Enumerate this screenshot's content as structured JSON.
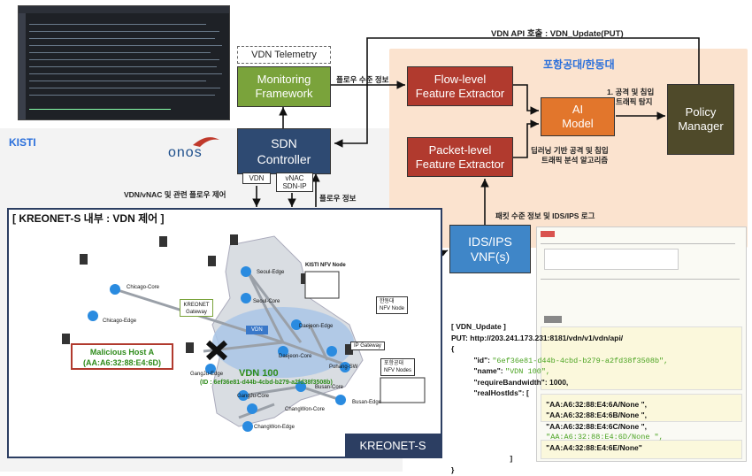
{
  "labels": {
    "kisti": "KISTI",
    "onos": "onos",
    "api_call": "VDN API 호출 : VDN_Update(PUT)",
    "postech": "포항공대/한동대",
    "flow_info": "플로우 수준 정보",
    "attack_detect_1": "1. 공격 및 침입",
    "attack_detect_2": "트래픽 탐지",
    "dl_analysis_1": "딥러닝 기반 공격 및 침입",
    "dl_analysis_2": "트래픽 분석 알고리즘",
    "packet_log": "패킷 수준 정보 및 IDS/IPS 로그",
    "vdn_control": "VDN/vNAC 및 관련 플로우 제어",
    "flow_info2": "플로우 정보"
  },
  "boxes": {
    "telemetry": "VDN Telemetry",
    "monitoring": [
      "Monitoring",
      "Framework"
    ],
    "sdn": [
      "SDN",
      "Controller"
    ],
    "flow_fe": [
      "Flow-level",
      "Feature Extractor"
    ],
    "packet_fe": [
      "Packet-level",
      "Feature Extractor"
    ],
    "ai": [
      "AI",
      "Model"
    ],
    "policy": [
      "Policy",
      "Manager"
    ],
    "vdn_small": "VDN",
    "vnac_small": [
      "vNAC",
      "SDN-IP"
    ],
    "ids": [
      "IDS/IPS",
      "VNF(s)"
    ]
  },
  "map": {
    "title": "[ KREONET-S 내부 : VDN 제어 ]",
    "tag": "KREONET-S",
    "malicious": [
      "Malicious Host A",
      "(AA:A6:32:88:E4:6D)"
    ],
    "vdn100": "VDN 100",
    "vdn100_id": "(ID : 6ef36e81-d44b-4cbd-b279-a2fd38f3508b)",
    "nodes": {
      "chicago_core": "Chicago-Core",
      "chicago_edge": "Chicago-Edge",
      "seoul_edge": "Seoul-Edge",
      "seoul_core": "Seoul-Core",
      "kisti_nfv": "KISTI NFV Node",
      "kreonet_gw": [
        "KREONET",
        "Gateway"
      ],
      "vdn": "VDN",
      "daejeon_edge": "Daejeon-Edge",
      "daejeon_core": "Daejeon-Core",
      "handong_nfv": [
        "한동대",
        "NFV Node"
      ],
      "ip_gateway": "IP Gateway",
      "pohang_sw": "Pohang-SW",
      "postech_nfv": [
        "포항공대",
        "NFV Nodes"
      ],
      "gwangju_edge": "GangJu-Edge",
      "gwangju_core": "GangJu-Core",
      "busan_core": "Busan-Core",
      "busan_edge": "Busan-Edge",
      "changwon_core": "ChangWon-Core",
      "changwon_edge": "ChangWon-Edge"
    }
  },
  "request": {
    "header": "[ VDN_Update ]",
    "put_line": "PUT: http://203.241.173.231:8181/vdn/v1/vdn/api/",
    "open": "{",
    "id_key": "\"id\": ",
    "id_val": "\"6ef36e81-d44b-4cbd-b279-a2fd38f3508b\",",
    "name_key": "\"name\": ",
    "name_val": "\"VDN 100\",",
    "bw": "\"requireBandwidth\": 1000,",
    "hosts_key": "\"realHostIds\": [",
    "hosts": [
      "\"AA:A6:32:88:E4:6A/None \",",
      "\"AA:A6:32:88:E4:6B/None \",",
      "\"AA:A6:32:88:E4:6C/None \",",
      "\"AA:A6:32:88:E4:6D/None \",",
      "\"AA:A4:32:88:E4:6E/None\""
    ],
    "close_arr": "]",
    "close": "}"
  },
  "colors": {
    "green": "#7aa33b",
    "navy": "#2e4a72",
    "red": "#b13a2e",
    "orange": "#e2762c",
    "olive": "#4f4a2a",
    "blue": "#3a78c9",
    "peach": "#fbe3cf"
  }
}
